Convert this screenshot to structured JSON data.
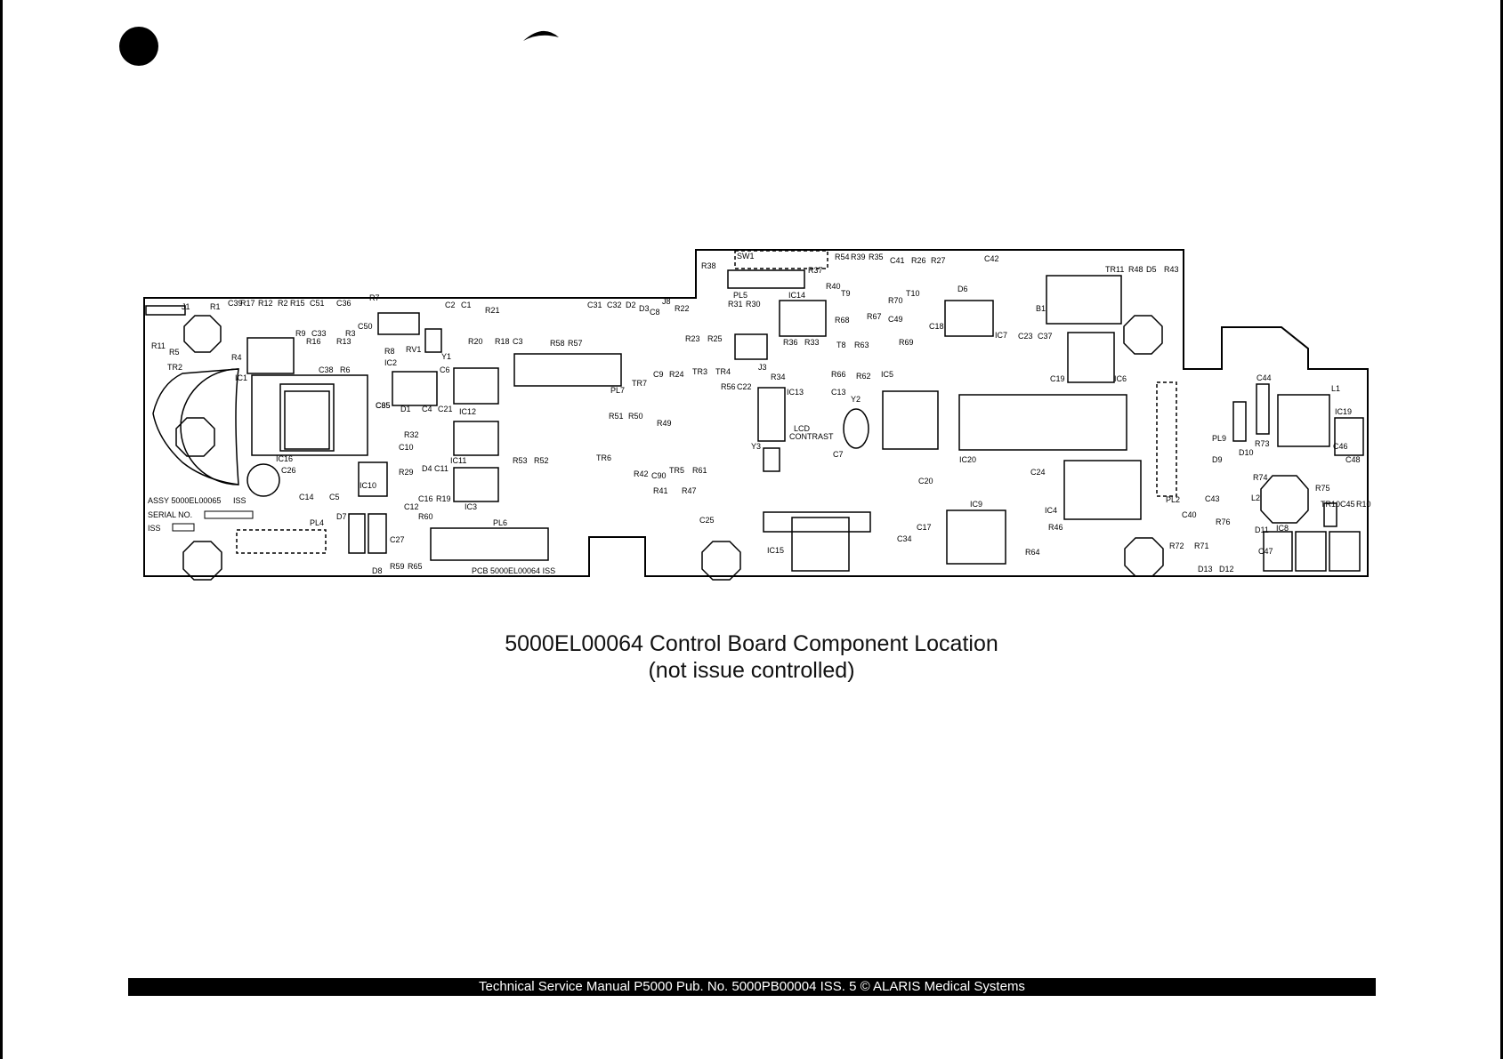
{
  "caption": {
    "title": "5000EL00064 Control Board Component Location",
    "subtitle": "(not issue controlled)"
  },
  "footer": {
    "text": "Technical Service Manual P5000 Pub. No. 5000PB00004 ISS. 5 © ALARIS Medical Systems"
  },
  "board": {
    "assy_label": "ASSY 5000EL00065",
    "assy_iss": "ISS",
    "serial_label": "SERIAL NO.",
    "iss_label": "ISS",
    "pcb_label": "PCB 5000EL00064 ISS",
    "lcd_label": "LCD",
    "contrast_label": "CONTRAST"
  },
  "component_labels": [
    "J1",
    "R1",
    "C39",
    "R17",
    "R12",
    "R2",
    "R15",
    "C51",
    "C36",
    "R7",
    "C2",
    "C1",
    "R21",
    "C31",
    "C32",
    "D2",
    "D3",
    "J8",
    "C8",
    "R22",
    "R38",
    "SW1",
    "R54",
    "R39",
    "R35",
    "C41",
    "R26",
    "R27",
    "C42",
    "TR11",
    "R48",
    "D5",
    "R43",
    "R11",
    "R5",
    "TR2",
    "R4",
    "R9",
    "C33",
    "R3",
    "R16",
    "R13",
    "C50",
    "R8",
    "IC2",
    "RV1",
    "Y1",
    "R20",
    "R18",
    "C3",
    "R58",
    "R57",
    "R23",
    "R25",
    "TR3",
    "TR4",
    "J3",
    "PL5",
    "R31",
    "R30",
    "IC14",
    "R37",
    "R40",
    "T9",
    "R68",
    "R67",
    "C49",
    "R70",
    "T10",
    "D6",
    "IC7",
    "C18",
    "B1",
    "C23",
    "C37",
    "IC1",
    "C38",
    "R6",
    "C6",
    "C65",
    "D1",
    "C4",
    "C21",
    "IC12",
    "PL7",
    "TR7",
    "C9",
    "R24",
    "R56",
    "C22",
    "R34",
    "IC13",
    "R66",
    "R62",
    "IC5",
    "R36",
    "R33",
    "T8",
    "R63",
    "R69",
    "C19",
    "IC6",
    "C35",
    "R32",
    "C10",
    "IC11",
    "R29",
    "D4",
    "C11",
    "R53",
    "R52",
    "TR6",
    "R51",
    "R50",
    "R49",
    "C13",
    "Y2",
    "C7",
    "Y3",
    "IC20",
    "C24",
    "IC16",
    "C26",
    "C14",
    "C5",
    "IC10",
    "C16",
    "R19",
    "IC3",
    "R60",
    "C12",
    "R42",
    "C90",
    "TR5",
    "R61",
    "R41",
    "R47",
    "C20",
    "IC9",
    "IC4",
    "R46",
    "PL4",
    "D7",
    "C27",
    "PL6",
    "C25",
    "IC15",
    "C34",
    "C17",
    "R64",
    "D8",
    "R59",
    "R65",
    "R72",
    "R71",
    "D13",
    "D12",
    "L1",
    "C44",
    "IC19",
    "C46",
    "C48",
    "PL9",
    "R73",
    "D10",
    "D9",
    "R74",
    "R75",
    "TR10",
    "C45",
    "R10",
    "L2",
    "C43",
    "C40",
    "R76",
    "PL2",
    "D11",
    "IC8",
    "C47"
  ]
}
